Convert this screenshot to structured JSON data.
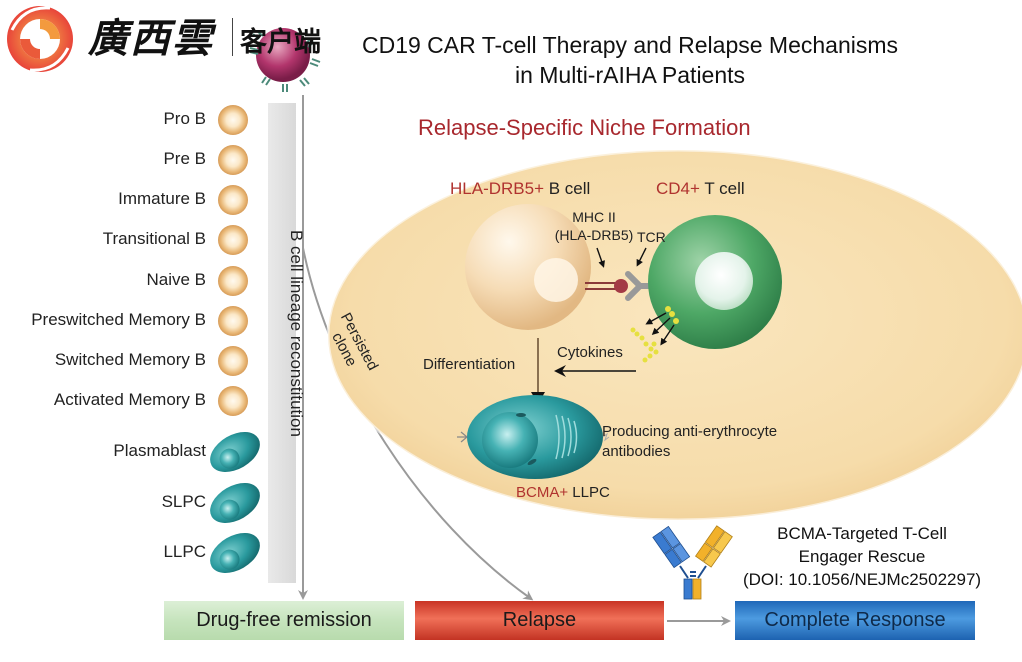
{
  "header": {
    "logo_text": "廣西雲",
    "logo_client": "客户端",
    "title_line1": "CD19 CAR T-cell Therapy and Relapse Mechanisms",
    "title_line2": "in Multi-rAIHA Patients"
  },
  "lineage": {
    "axis_label": "B cell lineage reconstitution",
    "stages": [
      {
        "label": "Pro B",
        "cell": "b-cell"
      },
      {
        "label": "Pre B",
        "cell": "b-cell"
      },
      {
        "label": "Immature B",
        "cell": "b-cell"
      },
      {
        "label": "Transitional B",
        "cell": "b-cell"
      },
      {
        "label": "Naive B",
        "cell": "b-cell"
      },
      {
        "label": "Preswitched Memory B",
        "cell": "b-cell"
      },
      {
        "label": "Switched Memory B",
        "cell": "b-cell"
      },
      {
        "label": "Activated Memory B",
        "cell": "b-cell"
      },
      {
        "label": "Plasmablast",
        "cell": "plasma-cell"
      },
      {
        "label": "SLPC",
        "cell": "plasma-cell"
      },
      {
        "label": "LLPC",
        "cell": "plasma-cell"
      }
    ]
  },
  "niche": {
    "title": "Relapse-Specific Niche Formation",
    "b_cell_marker": "HLA-DRB5+",
    "b_cell_name": " B cell",
    "t_cell_marker": "CD4+",
    "t_cell_name": " T cell",
    "mhc_line1": "MHC II",
    "mhc_line2": "(HLA-DRB5)",
    "tcr": "TCR",
    "persisted_line1": "Persisted",
    "persisted_line2": "clone",
    "differentiation": "Differentiation",
    "cytokines": "Cytokines",
    "producing_line1": "Producing anti-erythrocyte",
    "producing_line2": "antibodies",
    "llpc_marker": "BCMA+",
    "llpc_name": " LLPC"
  },
  "rescue": {
    "line1": "BCMA-Targeted T-Cell",
    "line2": "Engager Rescue",
    "line3": "(DOI: 10.1056/NEJMc2502297)"
  },
  "outcomes": {
    "remission": "Drug-free remission",
    "relapse": "Relapse",
    "complete": "Complete Response"
  },
  "colors": {
    "title_red": "#a8282e",
    "remission_green": "#cfe8c6",
    "relapse_red": "#e04a34",
    "complete_blue": "#2f7fcf",
    "niche_bg": "#f7dfb0",
    "t_cell_green": "#3f9a5a",
    "plasma_teal": "#2a9a9e"
  }
}
